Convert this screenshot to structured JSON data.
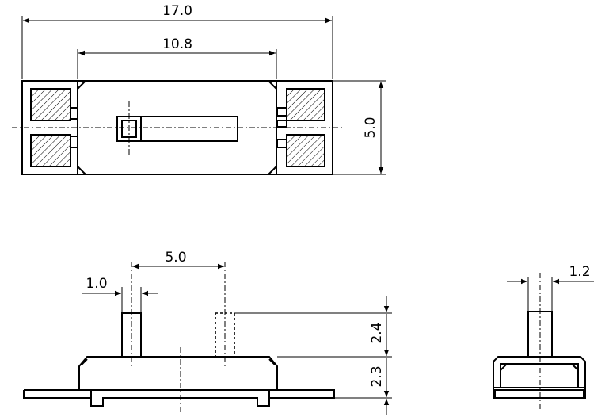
{
  "top_view": {
    "dims": {
      "overall_width": "17.0",
      "body_width": "10.8",
      "height": "5.0"
    }
  },
  "front_view": {
    "dims": {
      "pin_pitch": "5.0",
      "lever_width": "1.0",
      "lever_height": "2.4",
      "body_height": "2.3"
    }
  },
  "side_view": {
    "dims": {
      "lever_width": "1.2"
    }
  }
}
